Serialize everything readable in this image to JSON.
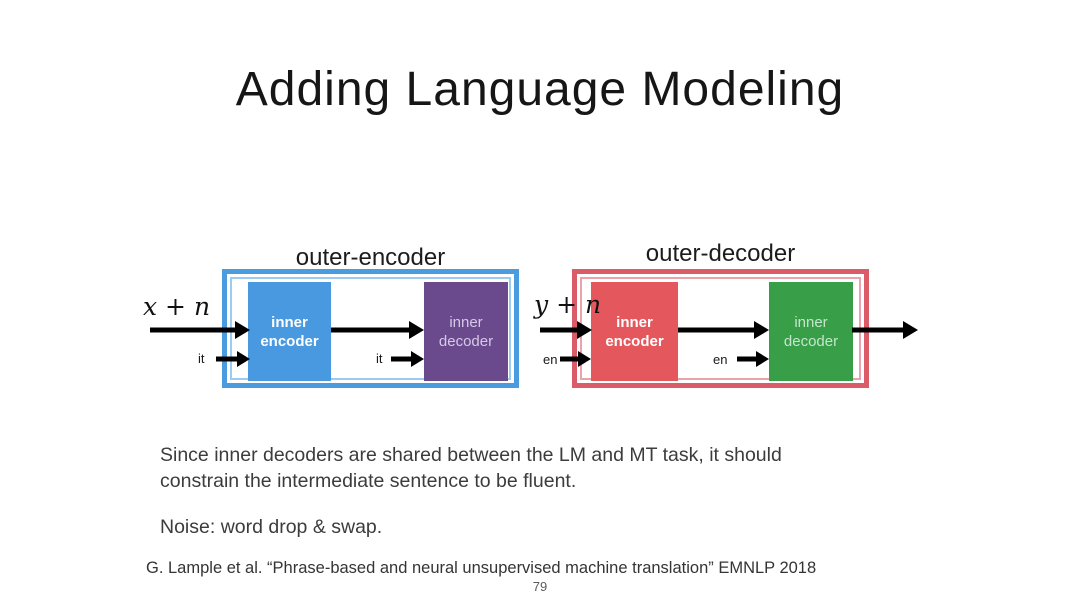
{
  "slide": {
    "title": "Adding Language Modeling",
    "body_lines": [
      "Since inner decoders are shared between the LM and MT task, it should",
      "constrain the intermediate sentence to be fluent."
    ],
    "noise_note": "Noise: word drop & swap.",
    "citation": "G. Lample et al. “Phrase-based and neural unsupervised machine translation” EMNLP 2018",
    "page_number": "79"
  },
  "diagram": {
    "arrow_color": "#000000",
    "outer_encoder": {
      "label": "outer-encoder",
      "input_label": "x + n",
      "encoder_lang_token": "it",
      "decoder_lang_token": "it",
      "frame_color": "#4a9cdf",
      "frame_inner_line_color": "#9bcbf0",
      "inner_encoder": {
        "line1": "inner",
        "line2": "encoder",
        "fill": "#4899df"
      },
      "inner_decoder": {
        "line1": "inner",
        "line2": "decoder",
        "fill": "#6a4a8c"
      }
    },
    "outer_decoder": {
      "label": "outer-decoder",
      "input_label": "y + n",
      "encoder_lang_token": "en",
      "decoder_lang_token": "en",
      "frame_color": "#d95c68",
      "frame_inner_line_color": "#eba3ab",
      "inner_encoder": {
        "line1": "inner",
        "line2": "encoder",
        "fill": "#e4575c"
      },
      "inner_decoder": {
        "line1": "inner",
        "line2": "decoder",
        "fill": "#389e47"
      }
    }
  }
}
